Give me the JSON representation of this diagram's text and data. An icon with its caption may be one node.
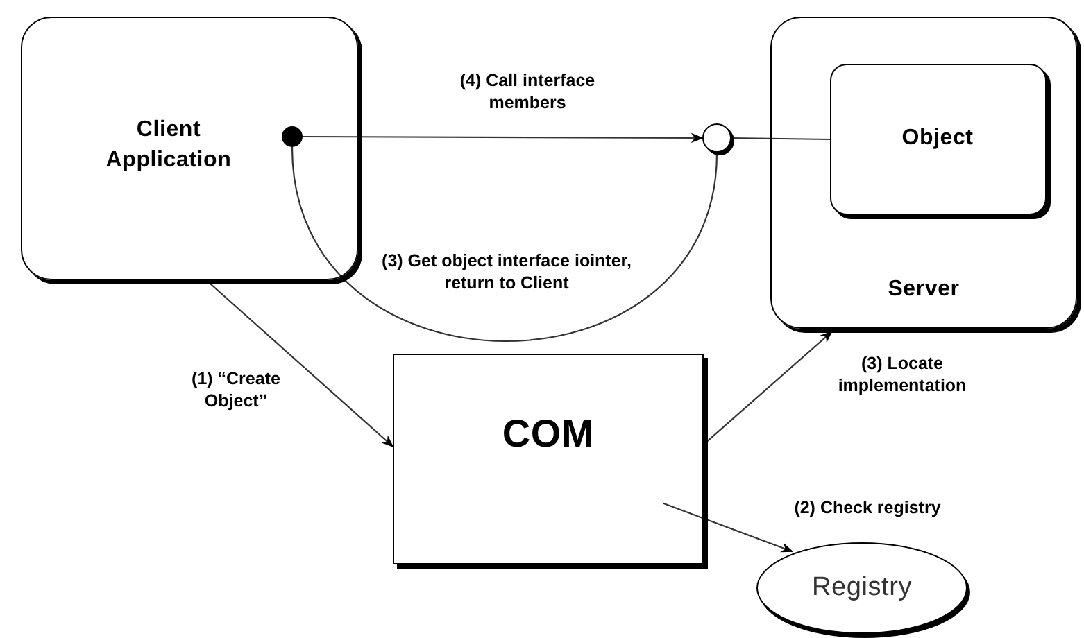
{
  "diagram": {
    "nodes": [
      {
        "text": [
          "Client Application"
        ]
      },
      {
        "text": [
          "Server"
        ]
      },
      {
        "text": [
          "Object"
        ],
        "in": 1
      },
      {
        "text": [
          "COM"
        ]
      },
      {
        "text": [
          "Registry"
        ]
      },
      {
        "text": [],
        "shape": "circle",
        "in": 0
      },
      {
        "text": [],
        "shape": "circle"
      }
    ],
    "edges": [
      {
        "from": 5,
        "to": 6,
        "arrow": "to",
        "label": "(4) Call interface members"
      },
      {
        "from": 6,
        "to": 2,
        "arrow": "none"
      },
      {
        "from": 5,
        "to": 6,
        "arrow": "none",
        "label": "(3)  Get object interface iointer, return to Client"
      },
      {
        "from": 0,
        "to": 3,
        "arrow": "to",
        "label": "(1) “Create Object”"
      },
      {
        "from": 3,
        "to": 1,
        "arrow": "to",
        "label": "(3) Locate implementation"
      },
      {
        "from": 3,
        "to": 4,
        "arrow": "to",
        "label": "(2) Check registry"
      }
    ]
  }
}
